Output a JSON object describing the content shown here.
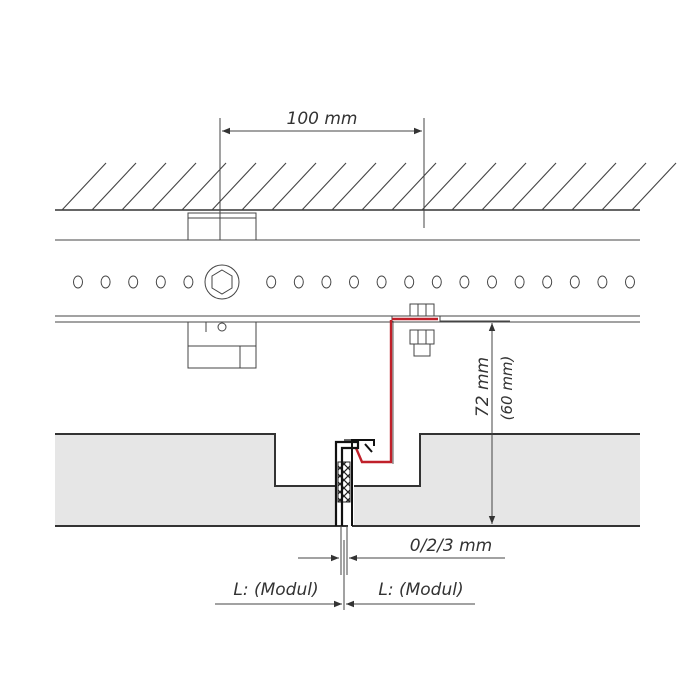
{
  "dimensions": {
    "hole_spacing": "100 mm",
    "suspension_height": "72 mm",
    "suspension_height_alt": "(60 mm)",
    "joint_gap": "0/2/3 mm",
    "module_left": "L: (Modul)",
    "module_right": "L: (Modul)"
  },
  "colors": {
    "line": "#333333",
    "panel_fill": "#e6e6e6",
    "clip": "#c0202a",
    "seal": "#222222"
  }
}
